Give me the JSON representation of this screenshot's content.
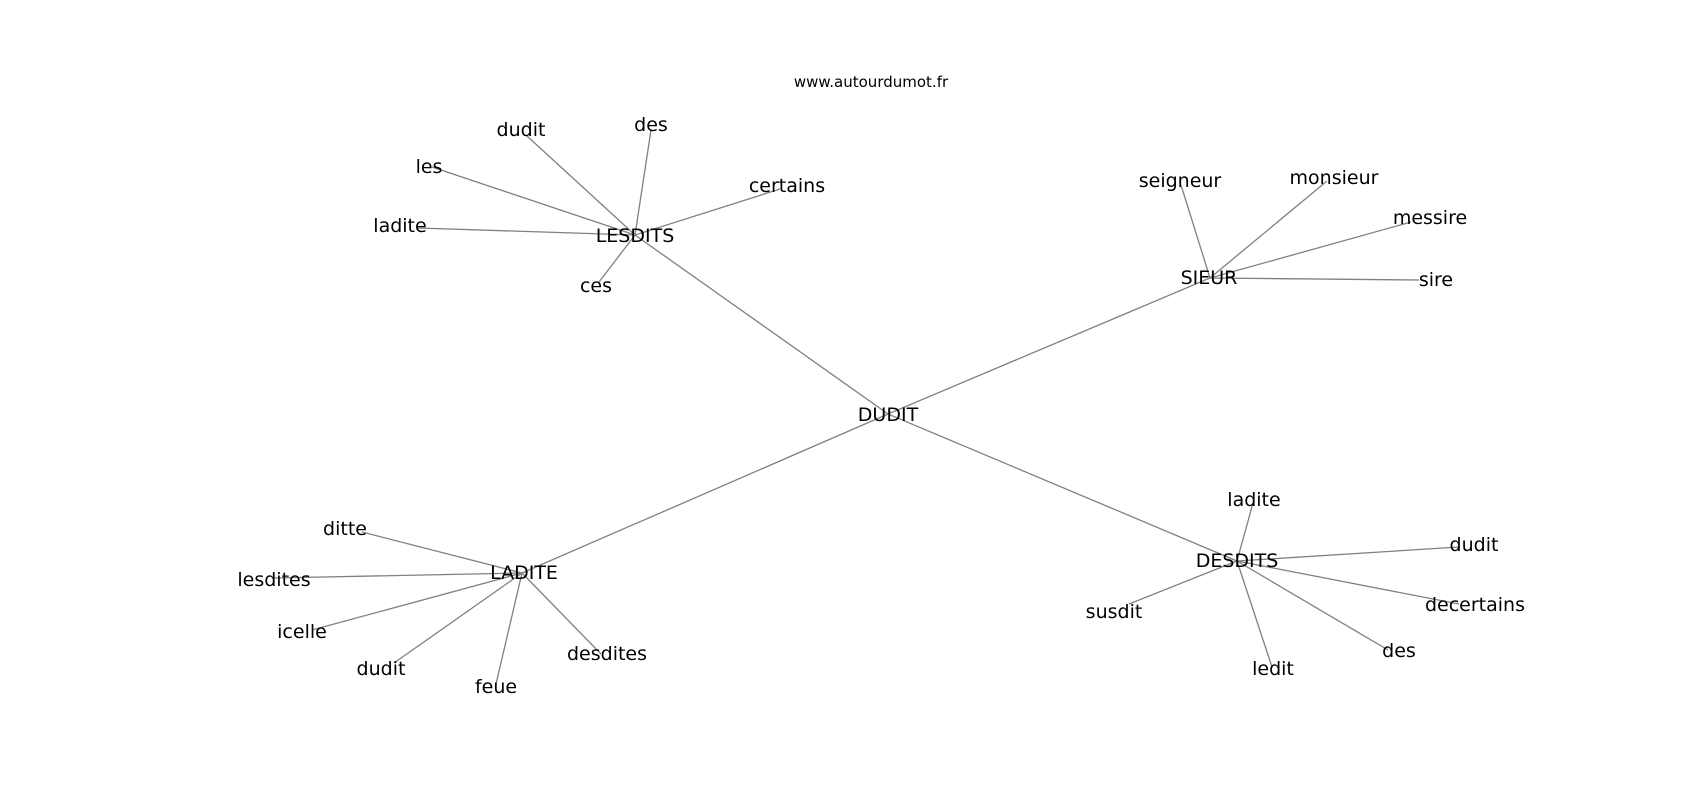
{
  "credit": "www.autourdumot.fr",
  "center": "DUDIT",
  "clusters": [
    {
      "hub": "LESDITS",
      "words": [
        "des",
        "dudit",
        "les",
        "certains",
        "ladite",
        "ces"
      ]
    },
    {
      "hub": "SIEUR",
      "words": [
        "seigneur",
        "monsieur",
        "messire",
        "sire"
      ]
    },
    {
      "hub": "LADITE",
      "words": [
        "ditte",
        "lesdites",
        "icelle",
        "dudit",
        "feue",
        "desdites"
      ]
    },
    {
      "hub": "DESDITS",
      "words": [
        "ladite",
        "dudit",
        "susdit",
        "decertains",
        "des",
        "ledit"
      ]
    }
  ]
}
